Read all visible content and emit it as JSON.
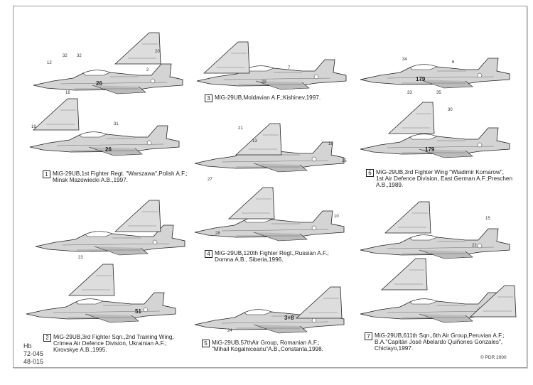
{
  "captions": [
    {
      "num": "1",
      "lines": [
        "MiG-29UB,1st Fighter Regt. \"Warszawa\",Polish A.F.;",
        "Minsk Mazowiecki A.B.,1997."
      ]
    },
    {
      "num": "2",
      "lines": [
        "MiG-29UB,3rd Fighter Sqn.,2nd Training Wing,",
        "Crimea Air Defence Division, Ukrainian A.F.;",
        "Kirovskye A.B.,1995."
      ]
    },
    {
      "num": "3",
      "lines": [
        "MiG-29UB,Moldavian A.F.;Kishinev,1997."
      ]
    },
    {
      "num": "4",
      "lines": [
        "MiG-29UB,120th Fighter Regt.,Russian A.F.;",
        "Domna A.B., Siberia,1996."
      ]
    },
    {
      "num": "5",
      "lines": [
        "MiG-29UB,57thAir Group, Romanian A.F.;",
        "\"Mihail Kogalniceanu\"A.B.,Constanta,1998."
      ]
    },
    {
      "num": "6",
      "lines": [
        "MiG-29UB,3rd Fighter Wing \"Wladimir Komarow\",",
        "1st Air Defence Division, East German A.F.;Preschen",
        "A.B.,1989."
      ]
    },
    {
      "num": "7",
      "lines": [
        "MiG-29UB,611th Sqn.,6th Air Group,Peruvian A.F.;",
        "B.A.\"Capitán José Abelardo Quiñones Gonzales\",",
        "Chiclayo,1997."
      ]
    }
  ],
  "serials": [
    "26",
    "26",
    "179",
    "179",
    "51",
    "3+8"
  ],
  "callouts": [
    "32",
    "32",
    "12",
    "20",
    "2",
    "16",
    "31",
    "19",
    "7",
    "29",
    "34",
    "6",
    "33",
    "35",
    "30",
    "21",
    "13",
    "18",
    "25",
    "27",
    "28",
    "10",
    "15",
    "22",
    "23",
    "24"
  ],
  "codes": [
    "Hb",
    "72-045",
    "48-015"
  ],
  "copyright": "© PDR 2000"
}
